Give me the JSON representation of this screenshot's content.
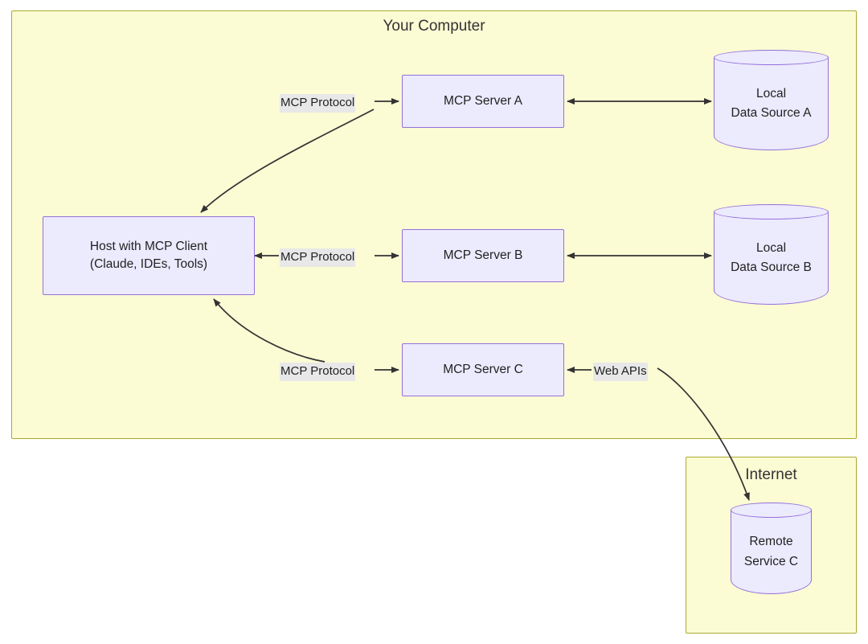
{
  "diagram": {
    "title_visible": false,
    "colors": {
      "cluster_fill": "#FBFBD4",
      "cluster_border": "#AAAA33",
      "node_fill": "#ECEAFD",
      "node_border": "#9370DB",
      "edge_stroke": "#333333",
      "label_bg": "#E8E8E8",
      "text": "#1F2020"
    }
  },
  "clusters": [
    {
      "id": "your-computer",
      "label": "Your Computer"
    },
    {
      "id": "internet",
      "label": "Internet"
    }
  ],
  "nodes": {
    "host": {
      "line1": "Host with MCP Client",
      "line2": "(Claude, IDEs, Tools)"
    },
    "server_a": {
      "label": "MCP Server A"
    },
    "server_b": {
      "label": "MCP Server B"
    },
    "server_c": {
      "label": "MCP Server C"
    },
    "data_a": {
      "line1": "Local",
      "line2": "Data Source A"
    },
    "data_b": {
      "line1": "Local",
      "line2": "Data Source B"
    },
    "remote_c": {
      "line1": "Remote",
      "line2": "Service C"
    }
  },
  "edge_labels": {
    "mcp_protocol_a": "MCP Protocol",
    "mcp_protocol_b": "MCP Protocol",
    "mcp_protocol_c": "MCP Protocol",
    "web_apis": "Web APIs"
  }
}
